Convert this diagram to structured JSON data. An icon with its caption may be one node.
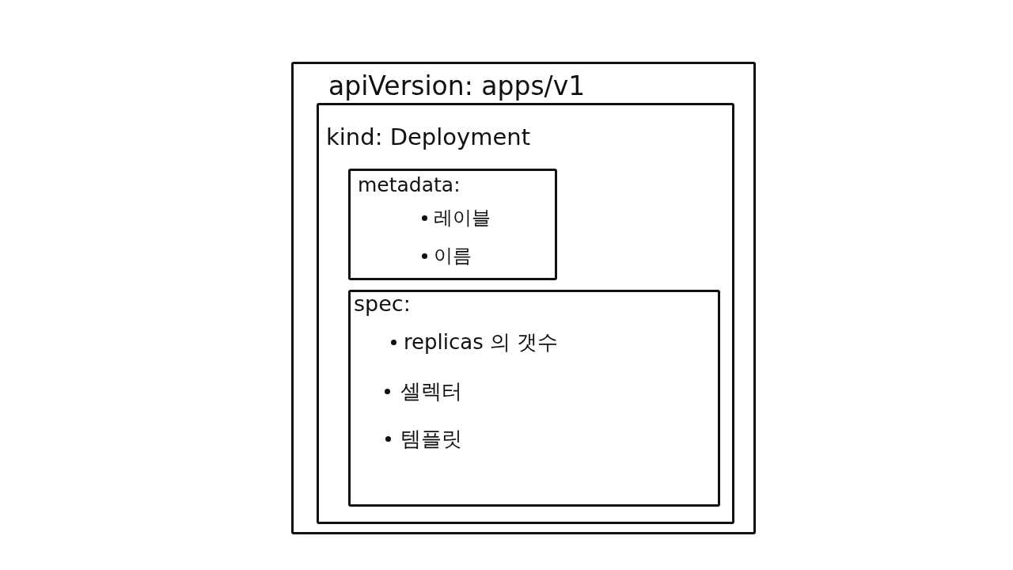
{
  "diagram": {
    "nodes": [
      {
        "text": [
          "apiVersion: apps/v1"
        ]
      },
      {
        "text": [
          "kind: Deployment"
        ],
        "in": 0
      },
      {
        "text": [
          "metadata:",
          "레이블",
          "이름"
        ],
        "in": 1
      },
      {
        "text": [
          "spec:",
          "replicas 의 갯수",
          "셀렉터",
          "템플릿"
        ],
        "in": 1
      }
    ]
  }
}
